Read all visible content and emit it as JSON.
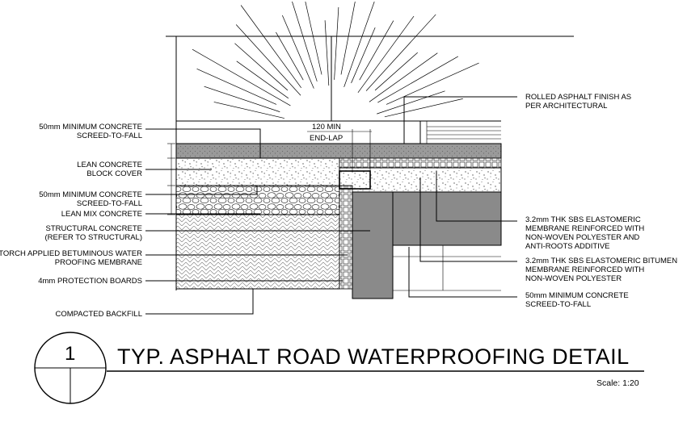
{
  "drawing": {
    "detail_number": "1",
    "title": "TYP. ASPHALT ROAD WATERPROOFING DETAIL",
    "scale": "Scale: 1:20"
  },
  "left_labels": [
    {
      "lines": [
        "50mm MINIMUM CONCRETE",
        "SCREED-TO-FALL"
      ]
    },
    {
      "lines": [
        "LEAN CONCRETE",
        "BLOCK COVER"
      ]
    },
    {
      "lines": [
        "50mm MINIMUM CONCRETE",
        "SCREED-TO-FALL"
      ]
    },
    {
      "lines": [
        "LEAN MIX CONCRETE"
      ]
    },
    {
      "lines": [
        "STRUCTURAL CONCRETE",
        "(REFER TO STRUCTURAL)"
      ]
    },
    {
      "lines": [
        "TORCH APPLIED BETUMINOUS WATER",
        "PROOFING MEMBRANE"
      ]
    },
    {
      "lines": [
        "4mm PROTECTION BOARDS"
      ]
    },
    {
      "lines": [
        "COMPACTED BACKFILL"
      ]
    }
  ],
  "right_labels": [
    {
      "lines": [
        "ROLLED ASPHALT FINISH AS",
        "PER ARCHITECTURAL"
      ]
    },
    {
      "lines": [
        "3.2mm THK SBS ELASTOMERIC",
        "MEMBRANE REINFORCED WITH",
        "NON-WOVEN POLYESTER AND",
        "ANTI-ROOTS ADDITIVE"
      ]
    },
    {
      "lines": [
        "3.2mm THK SBS ELASTOMERIC BITUMEN",
        "MEMBRANE REINFORCED WITH",
        "NON-WOVEN POLYESTER"
      ]
    },
    {
      "lines": [
        "50mm MINIMUM CONCRETE",
        "SCREED-TO-FALL"
      ]
    }
  ],
  "center_labels": {
    "lap_dim": "120 MIN",
    "lap_note": "END-LAP"
  }
}
